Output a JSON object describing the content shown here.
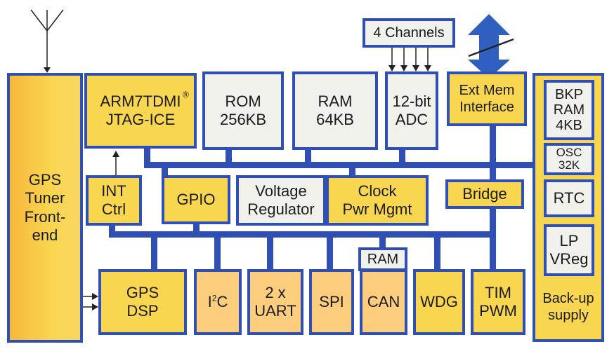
{
  "blocks": {
    "gps_tuner": [
      "GPS",
      "Tuner",
      "Front-",
      "end"
    ],
    "arm": [
      "ARM7TDMI",
      "JTAG-ICE"
    ],
    "arm_registered": "®",
    "rom": [
      "ROM",
      "256KB"
    ],
    "ram": [
      "RAM",
      "64KB"
    ],
    "adc": [
      "12-bit",
      "ADC"
    ],
    "channels": "4 Channels",
    "ext_mem": [
      "Ext Mem",
      "Interface"
    ],
    "bkp_ram": [
      "BKP",
      "RAM",
      "4KB"
    ],
    "osc": [
      "OSC",
      "32K"
    ],
    "rtc": "RTC",
    "lp_vreg": [
      "LP",
      "VReg"
    ],
    "backup_supply": [
      "Back-up",
      "supply"
    ],
    "int_ctrl": [
      "INT",
      "Ctrl"
    ],
    "gpio": "GPIO",
    "voltage_reg": [
      "Voltage",
      "Regulator"
    ],
    "clock": [
      "Clock",
      "Pwr Mgmt"
    ],
    "bridge": "Bridge",
    "gps_dsp": [
      "GPS",
      "DSP"
    ],
    "i2c": {
      "base": "I",
      "sup": "2",
      "rest": "C"
    },
    "uart": [
      "2 x",
      "UART"
    ],
    "spi": "SPI",
    "can_ram": "RAM",
    "can": "CAN",
    "wdg": "WDG",
    "tim": [
      "TIM",
      "PWM"
    ]
  },
  "colors": {
    "bus": "#2f4fb5",
    "block_yellow": "#f9d64f",
    "block_orange": "#fbcd7d",
    "block_light": "#f1f1ec",
    "arrow_blue": "#2f5fc0"
  }
}
